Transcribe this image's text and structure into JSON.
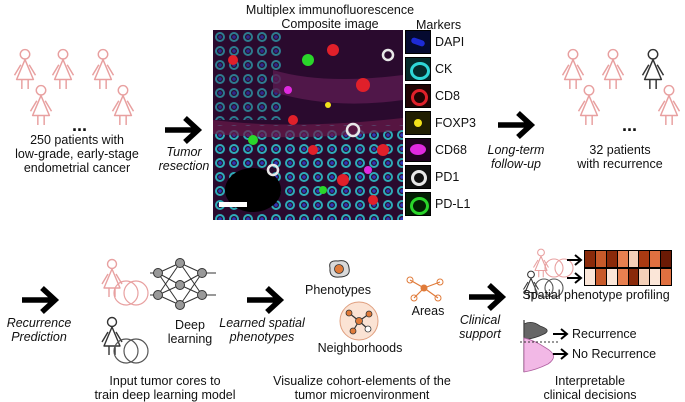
{
  "top": {
    "patients_left": "250 patients with\nlow-grade, early-stage\nendometrial cancer",
    "ellipsis": "...",
    "arrow1_label": "Tumor\nresection",
    "composite_title": "Multiplex immunofluorescence\nComposite image",
    "markers_title": "Markers",
    "markers": [
      {
        "name": "DAPI",
        "color": "#1d2bd6"
      },
      {
        "name": "CK",
        "color": "#2fd6d6"
      },
      {
        "name": "CD8",
        "color": "#e0202a"
      },
      {
        "name": "FOXP3",
        "color": "#f2e21a"
      },
      {
        "name": "CD68",
        "color": "#e02ae0"
      },
      {
        "name": "PD1",
        "color": "#e8e8e8"
      },
      {
        "name": "PD-L1",
        "color": "#2ad62a"
      }
    ],
    "arrow2_label": "Long-term\nfollow-up",
    "patients_right": "32 patients\nwith recurrence"
  },
  "bottom": {
    "arrow3_label": "Recurrence\nPrediction",
    "deep_learning": "Deep\nlearning",
    "input_caption": "Input tumor cores to\ntrain deep learning model",
    "arrow4_label": "Learned spatial\nphenotypes",
    "phenotypes": "Phenotypes",
    "areas": "Areas",
    "neighborhoods": "Neighborhoods",
    "visualize_caption": "Visualize cohort-elements of the\ntumor microenvironment",
    "arrow5_label": "Clinical\nsupport",
    "profiling": "Spatial phenotype profiling",
    "recurrence": "Recurrence",
    "no_recurrence": "No Recurrence",
    "decisions_caption": "Interpretable\nclinical decisions"
  },
  "colors": {
    "pink_outline": "#e8a0a0",
    "dark_outline": "#333333",
    "orange": "#e07b3a",
    "bar_dark": "#8a2a0a",
    "bar_light": "#f4d0b8"
  }
}
